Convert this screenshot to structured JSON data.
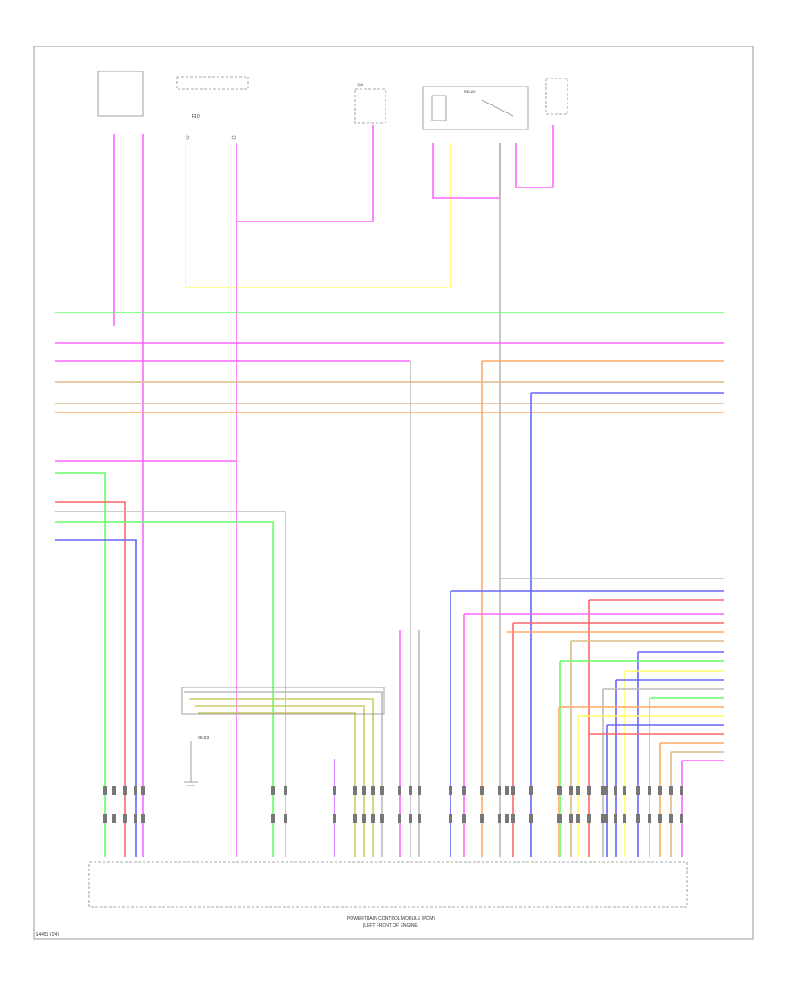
{
  "components": {
    "module_label_line1": "POWERTRAIN CONTROL MODULE (PCM)",
    "module_label_line2": "(LEFT FRONT OF ENGINE)",
    "fuse_left_label": "F10",
    "fuse_mid_label": "15A",
    "relay_label": "RELAY",
    "ground_label": "G103",
    "footer_code": "S4451 (1/4)"
  },
  "colors": {
    "pink": "#ff66ff",
    "yellow": "#ffff66",
    "green": "#66ff66",
    "orange": "#ffaa66",
    "tan": "#ddbb88",
    "blue": "#6666ff",
    "red": "#ff6666",
    "gray": "#bbbbbb",
    "olive": "#cccc66",
    "violet": "#cc66ff"
  }
}
